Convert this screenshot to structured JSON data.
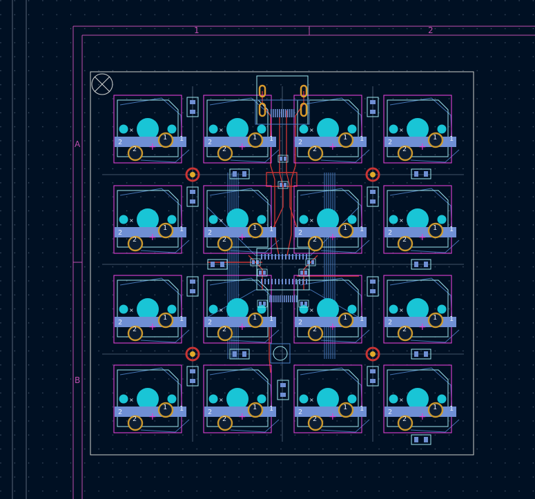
{
  "frame": {
    "columns": [
      "1",
      "2"
    ],
    "rows": [
      "A",
      "B"
    ]
  },
  "footprint": {
    "pad1_number": "1",
    "pad2_number": "2",
    "x_marker": "×",
    "plus_marker": "+"
  },
  "colors": {
    "background": "#001023",
    "frame": "#c24fb2",
    "edge_cuts": "#d0d2cd",
    "courtyard": "#e23fd6",
    "front_copper": "#c83434",
    "back_copper": "#4d7fc4",
    "through_hole_pad": "#19c5d6",
    "plated_ring": "#cd9a2e"
  },
  "icons": {
    "fiducial": "target-cross-icon",
    "mounting_hole": "mounting-hole-icon",
    "usb_connector": "usb-c-connector-icon"
  }
}
